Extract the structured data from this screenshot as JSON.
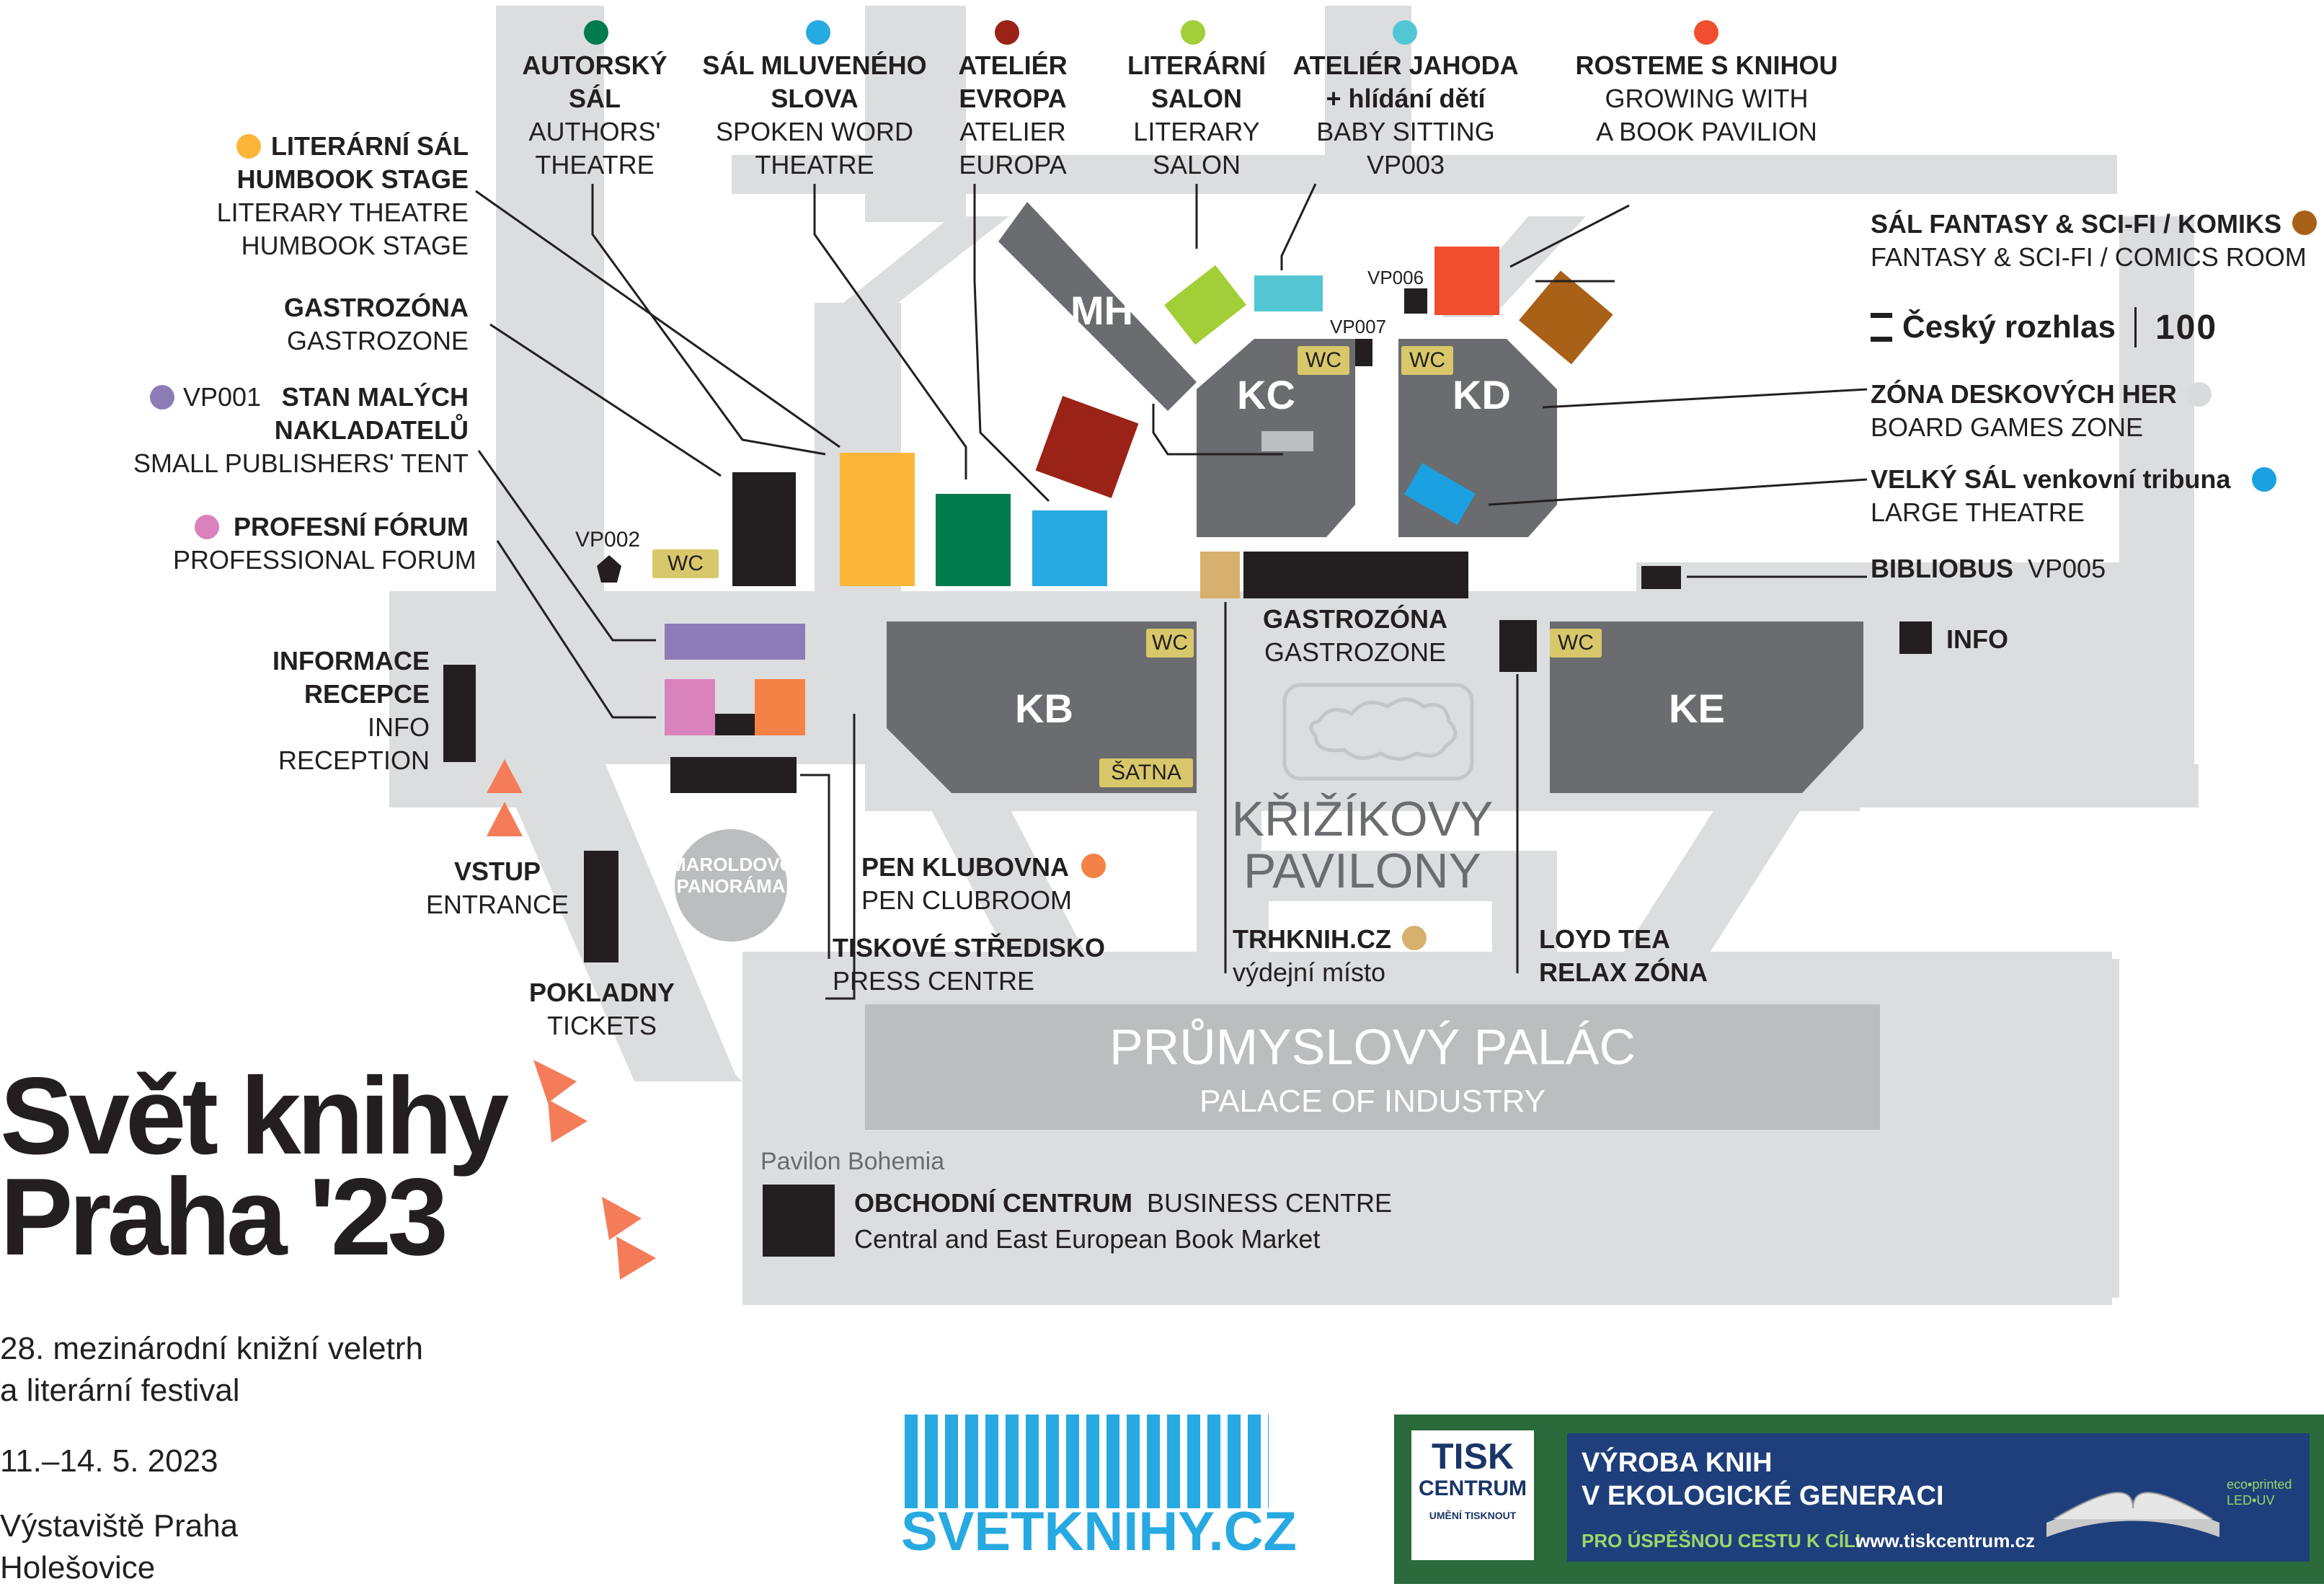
{
  "colors": {
    "road": "#dcdddf",
    "hall": "#6b6c6f",
    "black": "#231f20",
    "orange_tri": "#f47c58",
    "wc": "#d9c86b",
    "autorsky": "#007b4e",
    "mluveneho": "#27a9e1",
    "evropa": "#9b2216",
    "salon": "#a2cf37",
    "jahoda": "#53c6d4",
    "rosteme": "#f04e2f",
    "fantasy": "#a96017",
    "humbook": "#fbb63a",
    "vp001": "#8b7cb8",
    "profesni": "#d982bb",
    "pen": "#f48145",
    "trhknih": "#d8b06d",
    "board": "#d9dadc",
    "velky": "#1ba1e2",
    "svetknihy_blue": "#27a9e1",
    "tisk_green": "#1e4c2e"
  },
  "top_labels": {
    "autorsky": {
      "l1": "AUTORSKÝ",
      "l2": "SÁL",
      "l3": "AUTHORS'",
      "l4": "THEATRE"
    },
    "mluveneho": {
      "l1": "SÁL MLUVENÉHO",
      "l2": "SLOVA",
      "l3": "SPOKEN WORD",
      "l4": "THEATRE"
    },
    "evropa": {
      "l1": "ATELIÉR",
      "l2": "EVROPA",
      "l3": "ATELIER",
      "l4": "EUROPA"
    },
    "salon": {
      "l1": "LITERÁRNÍ",
      "l2": "SALON",
      "l3": "LITERARY",
      "l4": "SALON"
    },
    "jahoda": {
      "l1": "ATELIÉR JAHODA",
      "l2": "+ hlídání dětí",
      "l3": "BABY SITTING",
      "l4": "VP003"
    },
    "rosteme": {
      "l1": "ROSTEME S KNIHOU",
      "l2": "GROWING WITH",
      "l3": "A BOOK PAVILION"
    }
  },
  "left_labels": {
    "humbook": {
      "l1": "LITERÁRNÍ SÁL",
      "l2": "HUMBOOK STAGE",
      "l3": "LITERARY THEATRE",
      "l4": "HUMBOOK STAGE"
    },
    "gastro": {
      "l1": "GASTROZÓNA",
      "l2": "GASTROZONE"
    },
    "vp001": "VP001",
    "stan": {
      "l1": "STAN MALÝCH",
      "l2": "NAKLADATELŮ",
      "l3": "SMALL PUBLISHERS' TENT"
    },
    "profesni": {
      "l1": "PROFESNÍ FÓRUM",
      "l2": "PROFESSIONAL FORUM"
    },
    "informace": {
      "l1": "INFORMACE",
      "l2": "RECEPCE",
      "l3": "INFO",
      "l4": "RECEPTION"
    },
    "vstup": {
      "l1": "VSTUP",
      "l2": "ENTRANCE"
    },
    "pokladny": {
      "l1": "POKLADNY",
      "l2": "TICKETS"
    },
    "vp002": "VP002"
  },
  "right_labels": {
    "fantasy": {
      "l1": "SÁL FANTASY & SCI-FI / KOMIKS",
      "l2": "FANTASY & SCI-FI / COMICS ROOM"
    },
    "rozhlas": "Český rozhlas",
    "rozhlas_100": "100",
    "board": {
      "l1": "ZÓNA DESKOVÝCH HER",
      "l2": "BOARD GAMES ZONE"
    },
    "velky": {
      "l1": "VELKÝ SÁL venkovní tribuna",
      "l2": "LARGE THEATRE"
    },
    "bibliobus": "BIBLIOBUS",
    "vp005": "VP005",
    "info": "INFO"
  },
  "center_labels": {
    "mh": "MH",
    "kc": "KC",
    "kd": "KD",
    "kb": "KB",
    "ke": "KE",
    "wc": "WC",
    "satna": "ŠATNA",
    "vp006": "VP006",
    "vp007": "VP007",
    "gastro2": {
      "l1": "GASTROZÓNA",
      "l2": "GASTROZONE"
    },
    "krizik": {
      "l1": "KŘIŽÍKOVY",
      "l2": "PAVILONY"
    },
    "maroldovo": {
      "l1": "MAROLDOVO",
      "l2": "PANORÁMA"
    },
    "pen": {
      "l1": "PEN KLUBOVNA",
      "l2": "PEN CLUBROOM"
    },
    "tisk": {
      "l1": "TISKOVÉ STŘEDISKO",
      "l2": "PRESS CENTRE"
    },
    "trhknih": {
      "l1": "TRHKNIH.CZ",
      "l2": "výdejní místo"
    },
    "loyd": {
      "l1": "LOYD TEA",
      "l2": "RELAX ZÓNA"
    },
    "prumysl": {
      "l1": "PRŮMYSLOVÝ PALÁC",
      "l2": "PALACE OF INDUSTRY"
    },
    "bohemia": "Pavilon Bohemia",
    "obchodni": {
      "l1": "OBCHODNÍ CENTRUM",
      "l1b": "BUSINESS CENTRE",
      "l2": "Central and East European Book Market"
    }
  },
  "footer": {
    "title1": "Svět knihy",
    "title2": "Praha",
    "title_year": "'23",
    "sub1": "28. mezinárodní knižní veletrh",
    "sub2": "a literární festival",
    "dates": "11.–14. 5. 2023",
    "venue1": "Výstaviště Praha",
    "venue2": "Holešovice",
    "svetknihy": "SVETKNIHY.CZ",
    "ad_brand1": "TISK",
    "ad_brand2": "CENTRUM",
    "ad_brand3": "UMĚNÍ TISKNOUT",
    "ad_line1": "VÝROBA KNIH",
    "ad_line2": "V EKOLOGICKÉ GENERACI",
    "ad_line3": "PRO ÚSPĚŠNOU CESTU K CÍLI",
    "ad_url": "www.tiskcentrum.cz",
    "ad_eco": "eco•printed",
    "ad_led": "LED•UV"
  }
}
